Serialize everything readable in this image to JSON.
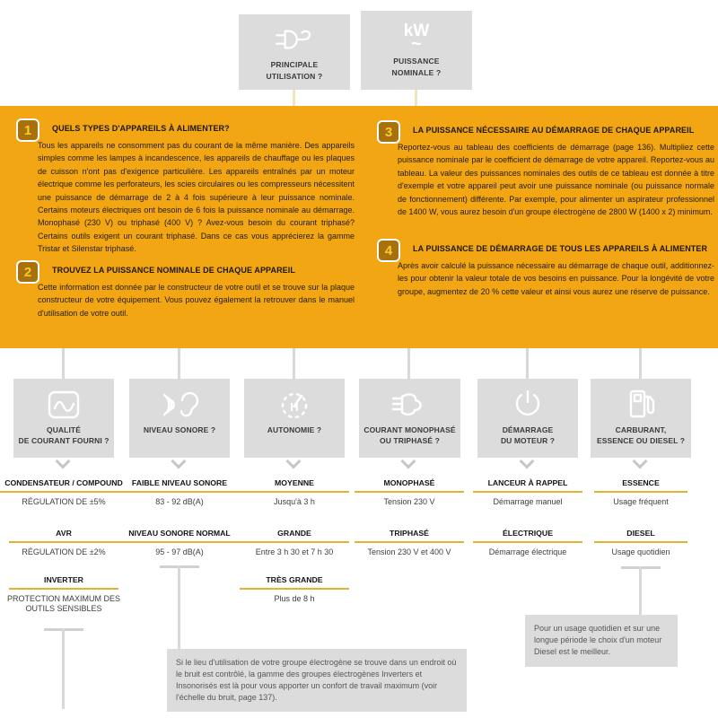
{
  "colors": {
    "accent_orange": "#f2a614",
    "underline_gold": "#e2b233",
    "box_gray": "#dcdcdc",
    "line_gray": "#d8d8d8"
  },
  "top_questions": [
    {
      "icon": "plug-icon",
      "line1": "PRINCIPALE",
      "line2": "UTILISATION ?"
    },
    {
      "icon": "kilowatt-icon",
      "kw": "kW",
      "tilde": "~",
      "line1": "PUISSANCE",
      "line2": "NOMINALE ?"
    }
  ],
  "steps": [
    {
      "number": "1",
      "title": "QUELS TYPES D'APPAREILS À ALIMENTER?",
      "body": "Tous les appareils ne consomment pas du courant de la même manière. Des appareils simples comme les lampes à incandescence, les appareils de chauffage ou les plaques de cuisson n'ont pas d'exigence particulière. Les appareils entraînés par un moteur électrique comme les perforateurs, les scies circulaires ou les compresseurs nécessitent une puissance de démarrage de 2 à 4 fois supérieure à leur puissance nominale. Certains moteurs électriques ont besoin de 6 fois la puissance nominale au démarrage. Monophasé (230 V) ou triphasé (400 V) ? Avez-vous besoin du courant triphasé? Certains outils exigent un courant triphasé. Dans ce cas vous apprécierez la gamme Tristar et Silenstar triphasé."
    },
    {
      "number": "2",
      "title": "TROUVEZ LA PUISSANCE NOMINALE DE CHAQUE APPAREIL",
      "body": "Cette information est donnée par le constructeur de votre outil et se trouve sur la plaque constructeur de votre équipement. Vous pouvez également la retrouver dans le manuel d'utilisation de votre outil."
    },
    {
      "number": "3",
      "title": "LA PUISSANCE NÉCESSAIRE AU DÉMARRAGE DE CHAQUE APPAREIL",
      "body": "Reportez-vous au tableau des coefficients de démarrage (page 136). Multipliez cette puissance nominale par le coefficient de démarrage de votre appareil. Reportez-vous au tableau. La valeur des puissances nominales des outils de ce tableau est donnée à titre d'exemple et votre appareil peut avoir une puissance nominale (ou puissance normale de fonctionnement) différente. Par exemple, pour alimenter un aspirateur professionnel de 1400 W, vous aurez besoin d'un groupe électrogène de 2800 W (1400 x 2) minimum."
    },
    {
      "number": "4",
      "title": "LA PUISSANCE DE DÉMARRAGE DE TOUS LES APPAREILS À ALIMENTER",
      "body": "Après avoir calculé la puissance nécessaire au démarrage de chaque outil, additionnez-les pour obtenir la valeur totale de vos besoins en puissance. Pour la longévité de votre groupe, augmentez de 20 % cette valeur et ainsi vous aurez une réserve de puissance."
    }
  ],
  "criteria": [
    {
      "icon": "waveform-icon",
      "question": [
        "QUALITÉ",
        "DE COURANT FOURNI ?"
      ],
      "options": [
        {
          "title": "CONDENSATEUR / COMPOUND",
          "desc": "RÉGULATION DE ±5%"
        },
        {
          "title": "AVR",
          "desc": "RÉGULATION DE ±2%"
        },
        {
          "title": "INVERTER",
          "desc": "PROTECTION MAXIMUM DES OUTILS SENSIBLES"
        }
      ]
    },
    {
      "icon": "ear-icon",
      "question": [
        "NIVEAU SONORE ?"
      ],
      "options": [
        {
          "title": "FAIBLE NIVEAU SONORE",
          "desc": "83 - 92 dB(A)"
        },
        {
          "title": "NIVEAU SONORE NORMAL",
          "desc": "95 - 97 dB(A)"
        }
      ]
    },
    {
      "icon": "autonomy-gauge-icon",
      "question": [
        "AUTONOMIE ?"
      ],
      "options": [
        {
          "title": "MOYENNE",
          "desc": "Jusqu'à 3 h"
        },
        {
          "title": "GRANDE",
          "desc": "Entre 3 h 30 et 7 h 30"
        },
        {
          "title": "TRÈS GRANDE",
          "desc": "Plus de 8 h"
        }
      ]
    },
    {
      "icon": "plug-icon",
      "question": [
        "COURANT MONOPHASÉ",
        "OU TRIPHASÉ ?"
      ],
      "options": [
        {
          "title": "MONOPHASÉ",
          "desc": "Tension 230 V"
        },
        {
          "title": "TRIPHASÉ",
          "desc": "Tension 230 V et 400 V"
        }
      ]
    },
    {
      "icon": "power-button-icon",
      "question": [
        "DÉMARRAGE",
        "DU MOTEUR ?"
      ],
      "options": [
        {
          "title": "LANCEUR À RAPPEL",
          "desc": "Démarrage manuel"
        },
        {
          "title": "ÉLECTRIQUE",
          "desc": "Démarrage électrique"
        }
      ]
    },
    {
      "icon": "fuel-pump-icon",
      "question": [
        "CARBURANT,",
        "ESSENCE OU DIESEL ?"
      ],
      "options": [
        {
          "title": "ESSENCE",
          "desc": "Usage fréquent"
        },
        {
          "title": "DIESEL",
          "desc": "Usage quotidien"
        }
      ]
    }
  ],
  "notes": {
    "noise": "Si le lieu d'utilisation de votre groupe électrogène se trouve dans un endroit où le bruit est contrôlé, la gamme des groupes électrogènes Inverters et Insonorisés est là pour vous apporter un confort de travail maximum (voir l'échelle du bruit, page 137).",
    "diesel": "Pour un usage quotidien et sur une longue période le choix d'un moteur Diesel est le meilleur."
  }
}
